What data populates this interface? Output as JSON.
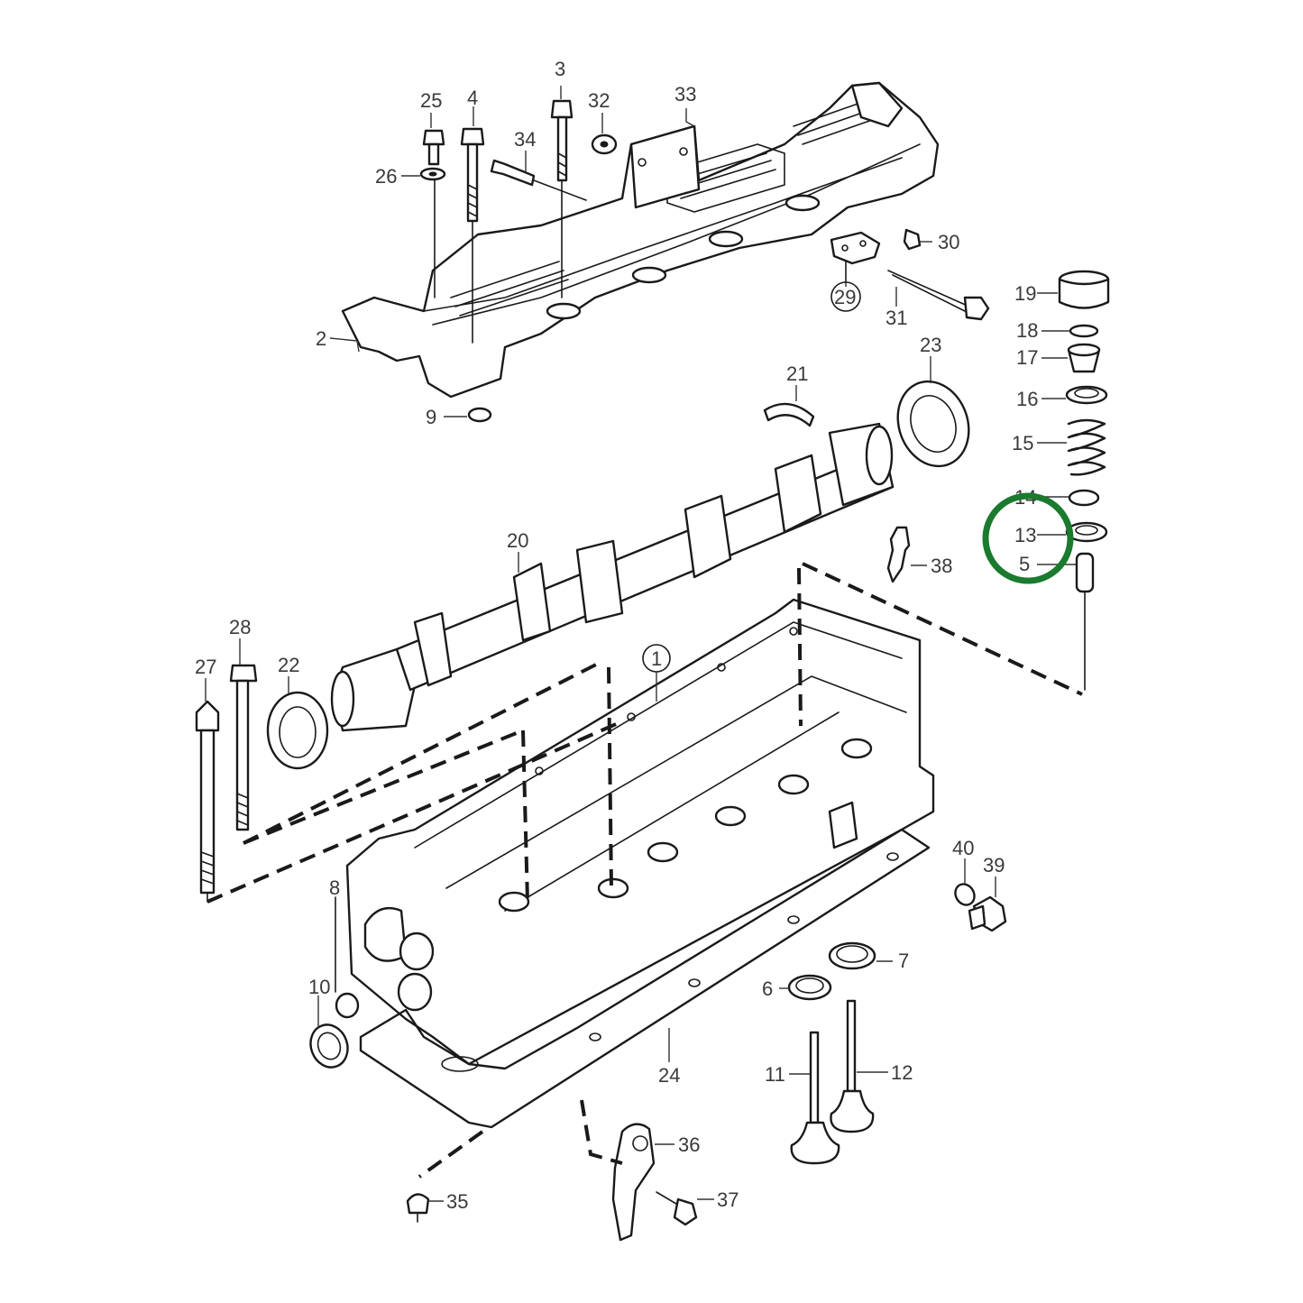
{
  "labels": {
    "p1": "1",
    "p2": "2",
    "p3": "3",
    "p4": "4",
    "p5": "5",
    "p6": "6",
    "p7": "7",
    "p8": "8",
    "p9": "9",
    "p10": "10",
    "p11": "11",
    "p12": "12",
    "p13": "13",
    "p14": "14",
    "p15": "15",
    "p16": "16",
    "p17": "17",
    "p18": "18",
    "p19": "19",
    "p20": "20",
    "p21": "21",
    "p22": "22",
    "p23": "23",
    "p24": "24",
    "p25": "25",
    "p26": "26",
    "p27": "27",
    "p28": "28",
    "p29": "29",
    "p30": "30",
    "p31": "31",
    "p32": "32",
    "p33": "33",
    "p34": "34",
    "p35": "35",
    "p36": "36",
    "p37": "37",
    "p38": "38",
    "p39": "39",
    "p40": "40"
  },
  "highlight": {
    "part": "13",
    "color": "#1a7a2e"
  }
}
